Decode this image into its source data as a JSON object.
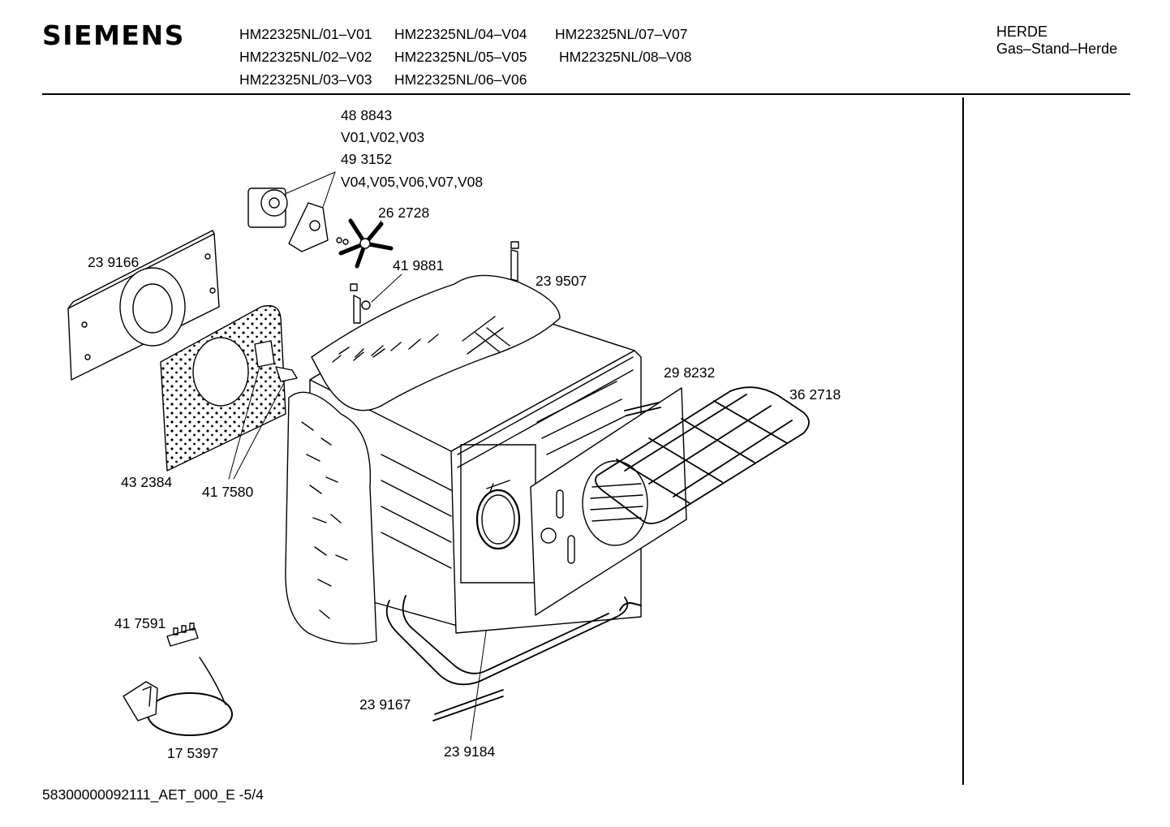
{
  "header": {
    "brand": "SIEMENS",
    "models": [
      [
        "HM22325NL/01–V01",
        "HM22325NL/04–V04",
        "HM22325NL/07–V07"
      ],
      [
        "HM22325NL/02–V02",
        "HM22325NL/05–V05",
        "HM22325NL/08–V08"
      ],
      [
        "HM22325NL/03–V03",
        "HM22325NL/06–V06",
        ""
      ]
    ],
    "category": "HERDE",
    "subcategory": "Gas–Stand–Herde"
  },
  "parts": {
    "p488843": "48 8843",
    "v_a": "V01,V02,V03",
    "p493152": "49 3152",
    "v_b": "V04,V05,V06,V07,V08",
    "p262728": "26 2728",
    "p239166": "23 9166",
    "p419881": "41 9881",
    "p239507": "23 9507",
    "p298232": "29 8232",
    "p362718": "36 2718",
    "p432384": "43 2384",
    "p417580": "41 7580",
    "p417591": "41 7591",
    "p239167": "23 9167",
    "p175397": "17 5397",
    "p239184": "23 9184"
  },
  "footer": {
    "doc_id": "58300000092111_AET_000_E",
    "page": "-5/4"
  }
}
